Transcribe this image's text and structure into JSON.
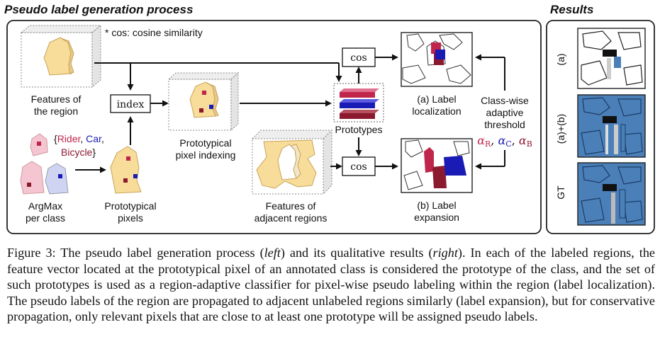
{
  "titles": {
    "left": "Pseudo label generation process",
    "right": "Results"
  },
  "diagram": {
    "note": "* cos: cosine similarity",
    "features_region": [
      "Features of",
      "the region"
    ],
    "argmax": [
      "ArgMax",
      "per class"
    ],
    "classes_open": "{",
    "class_rider": "Rider",
    "class_car": "Car",
    "class_bicycle": "Bicycle",
    "classes_close": "}",
    "comma": ",",
    "prototypical_pixels": [
      "Prototypical",
      "pixels"
    ],
    "index": "index",
    "prototypical_indexing": [
      "Prototypical",
      "pixel indexing"
    ],
    "prototypes": "Prototypes",
    "cos_top": "cos",
    "cos_bottom": "cos",
    "adjacent": [
      "Features of",
      "adjacent regions"
    ],
    "label_localization": [
      "(a) Label",
      "localization"
    ],
    "label_expansion": [
      "(b) Label",
      "expansion"
    ],
    "threshold": [
      "Class-wise",
      "adaptive",
      "threshold"
    ],
    "alpha_symbol": "α",
    "alpha_r": "R",
    "alpha_c": "C",
    "alpha_b": "B"
  },
  "results": {
    "row_a": "(a)",
    "row_ab": "(a)+(b)",
    "row_gt": "GT"
  },
  "colors": {
    "rider": "#c0264b",
    "car": "#1a1ab4",
    "bicycle": "#8b1a2e",
    "region_fill": "#f7dc9a",
    "region_edge": "#c8a45a",
    "result_blue": "#4a7fb8"
  },
  "caption": {
    "part1": "Figure 3: The pseudo label generation process (",
    "left": "left",
    "part2": ") and its qualitative results (",
    "right": "right",
    "part3": "). In each of the labeled regions, the feature vector located at the prototypical pixel of an annotated class is considered the prototype of the class, and the set of such prototypes is used as a region-adaptive classifier for pixel-wise pseudo labeling within the region (label localization). The pseudo labels of the region are propagated to adjacent unlabeled regions similarly (label expansion), but for conservative propagation, only relevant pixels that are close to at least one prototype will be assigned pseudo labels."
  }
}
